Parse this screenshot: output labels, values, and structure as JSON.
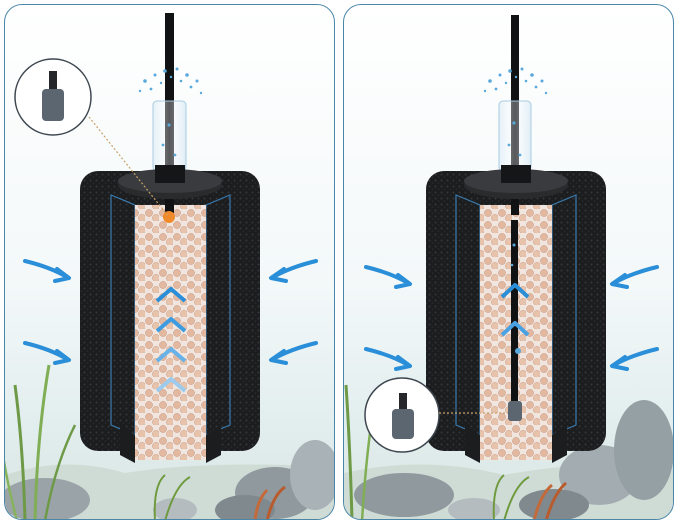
{
  "image": {
    "panels": [
      {
        "id": "left",
        "air_stone_callout": "top-left",
        "flow": "upward-chevrons"
      },
      {
        "id": "right",
        "air_stone_callout": "bottom-left",
        "flow": "upward-chevrons"
      }
    ],
    "colors": {
      "frame": "#4a86a8",
      "sponge": "#1c1d1f",
      "accent_blue": "#2a8fd8",
      "ceramic_rings": "#e2b9a0",
      "callout_line": "#c9a069"
    }
  }
}
